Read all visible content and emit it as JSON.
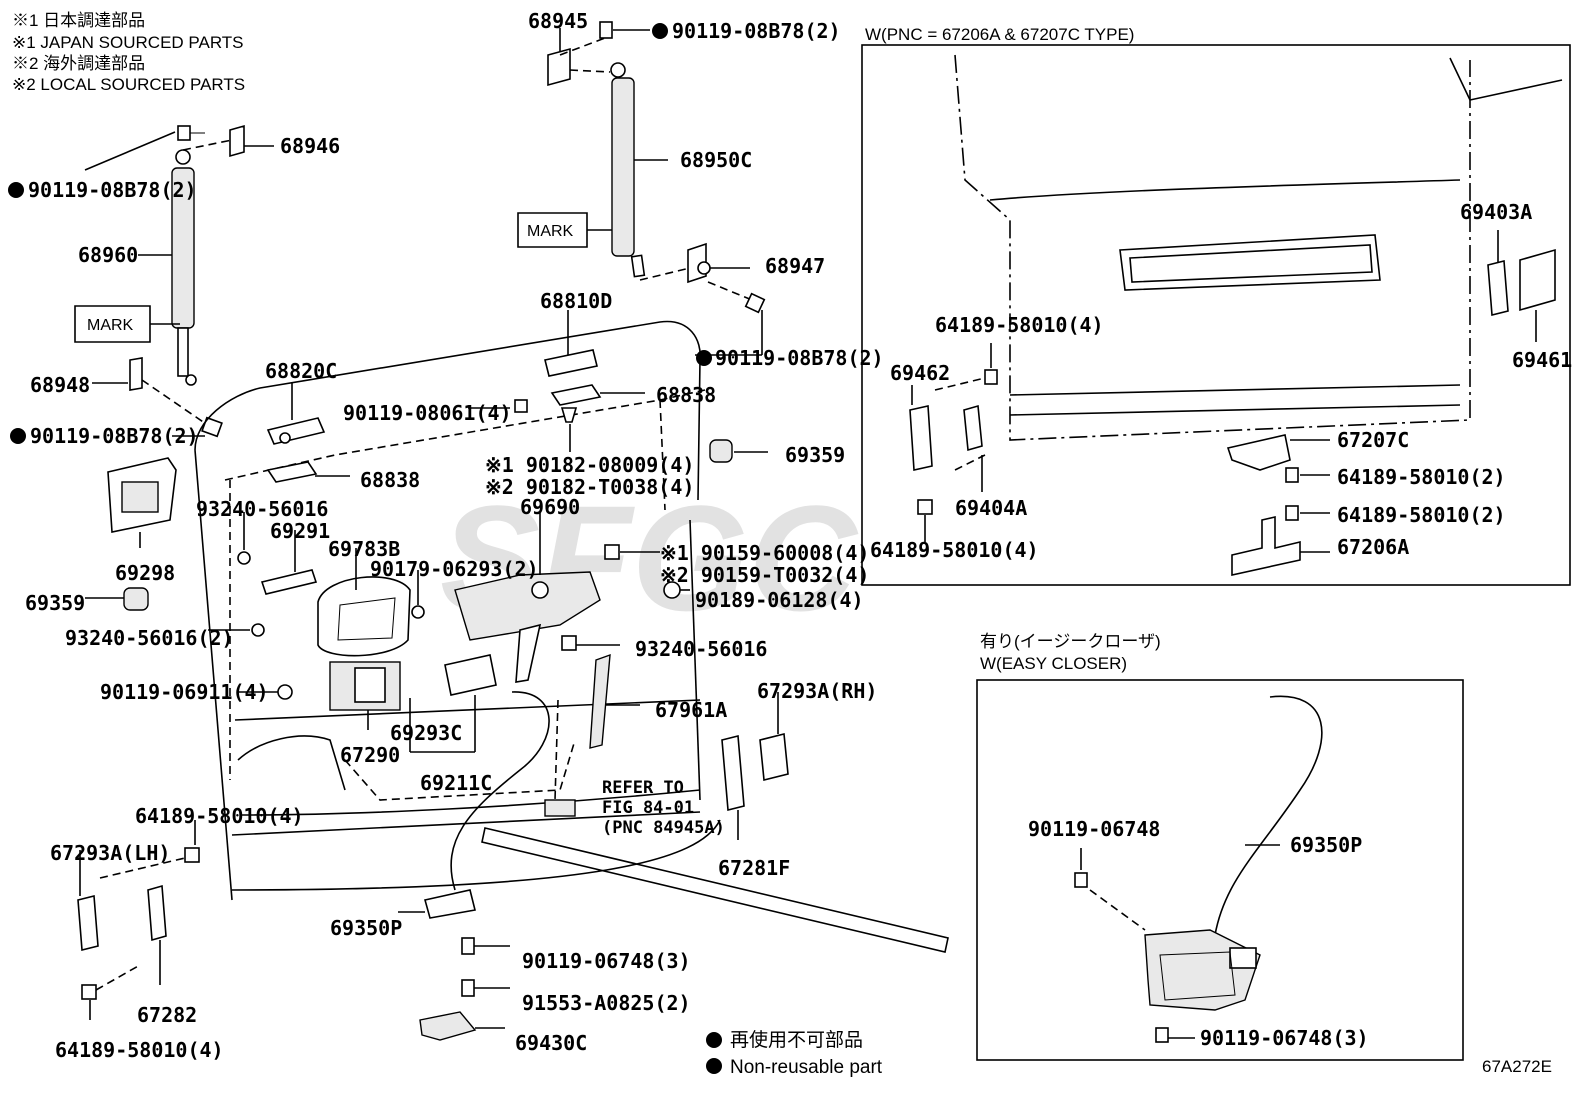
{
  "notes": {
    "n1_jp": "※1 日本調達部品",
    "n1_en": "※1 JAPAN SOURCED PARTS",
    "n2_jp": "※2 海外調達部品",
    "n2_en": "※2 LOCAL SOURCED PARTS"
  },
  "box_w": {
    "title": "W(PNC = 67206A & 67207C TYPE)"
  },
  "box_easy": {
    "title_jp": "有り(イージークローザ)",
    "title_en": "W(EASY CLOSER)"
  },
  "watermark": "SFGC",
  "mark_label": "MARK",
  "refer": {
    "line1": "REFER TO",
    "line2": "FIG 84-01",
    "line3": "(PNC 84945A)"
  },
  "legend": {
    "jp": "再使用不可部品",
    "en": "Non-reusable part"
  },
  "figure_code": "67A272E",
  "parts": {
    "p68945": "68945",
    "p90119_08B78_top": "90119-08B78(2)",
    "p68946": "68946",
    "p90119_08B78_left": "90119-08B78(2)",
    "p68960": "68960",
    "p68950C": "68950C",
    "p68947": "68947",
    "p90119_08B78_mid": "90119-08B78(2)",
    "p68810D": "68810D",
    "p68948": "68948",
    "p90119_08B78_lower": "90119-08B78(2)",
    "p68820C": "68820C",
    "p90119_08061": "90119-08061(4)",
    "p68838_a": "68838",
    "p68838_b": "68838",
    "p90182_08009": "※1 90182-08009(4)",
    "p90182_T0038": "※2 90182-T0038(4)",
    "p69359_a": "69359",
    "p93240_56016_a": "93240-56016",
    "p69291": "69291",
    "p69783B": "69783B",
    "p90179_06293": "90179-06293(2)",
    "p69690": "69690",
    "p90159_60008": "※1 90159-60008(4)",
    "p90159_T0032": "※2 90159-T0032(4)",
    "p69298": "69298",
    "p90189_06128": "90189-06128(4)",
    "p69359_b": "69359",
    "p93240_56016_b": "93240-56016(2)",
    "p93240_56016_c": "93240-56016",
    "p90119_06911": "90119-06911(4)",
    "p67961A": "67961A",
    "p67293A_RH": "67293A(RH)",
    "p69293C": "69293C",
    "p67290": "67290",
    "p69211C": "69211C",
    "p64189_58010_a": "64189-58010(4)",
    "p67293A_LH": "67293A(LH)",
    "p67281F": "67281F",
    "p69350P_a": "69350P",
    "p90119_06748_a": "90119-06748(3)",
    "p67282": "67282",
    "p91553_A0825": "91553-A0825(2)",
    "p64189_58010_b": "64189-58010(4)",
    "p69430C": "69430C",
    "p69403A": "69403A",
    "p64189_58010_c": "64189-58010(4)",
    "p69462": "69462",
    "p69461": "69461",
    "p67207C": "67207C",
    "p64189_58010_d": "64189-58010(2)",
    "p69404A": "69404A",
    "p64189_58010_e": "64189-58010(2)",
    "p64189_58010_f": "64189-58010(4)",
    "p67206A": "67206A",
    "p90119_06748_b": "90119-06748",
    "p69350P_b": "69350P",
    "p90119_06748_c": "90119-06748(3)"
  }
}
